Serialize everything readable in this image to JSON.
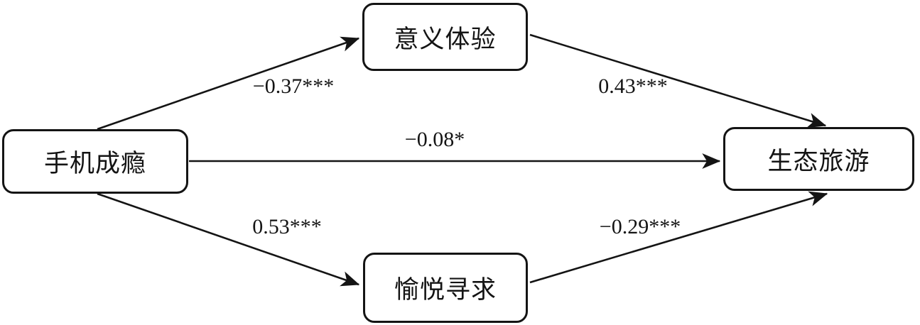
{
  "diagram": {
    "type": "path-diagram",
    "nodes": [
      {
        "id": "phone-addiction",
        "label": "手机成瘾",
        "role": "independent-variable"
      },
      {
        "id": "meaning-experience",
        "label": "意义体验",
        "role": "mediator"
      },
      {
        "id": "pleasure-seeking",
        "label": "愉悦寻求",
        "role": "mediator"
      },
      {
        "id": "ecotourism",
        "label": "生态旅游",
        "role": "dependent-variable"
      }
    ],
    "edges": [
      {
        "from": "手机成瘾",
        "to": "意义体验",
        "label": "−0.37***"
      },
      {
        "from": "意义体验",
        "to": "生态旅游",
        "label": "0.43***"
      },
      {
        "from": "手机成瘾",
        "to": "生态旅游",
        "label": "−0.08*"
      },
      {
        "from": "手机成瘾",
        "to": "愉悦寻求",
        "label": "0.53***"
      },
      {
        "from": "愉悦寻求",
        "to": "生态旅游",
        "label": "−0.29***"
      }
    ],
    "colors": {
      "line": "#141414",
      "box_border": "#141414",
      "box_fill": "#ffffff",
      "text": "#141414",
      "background": "#ffffff"
    }
  }
}
